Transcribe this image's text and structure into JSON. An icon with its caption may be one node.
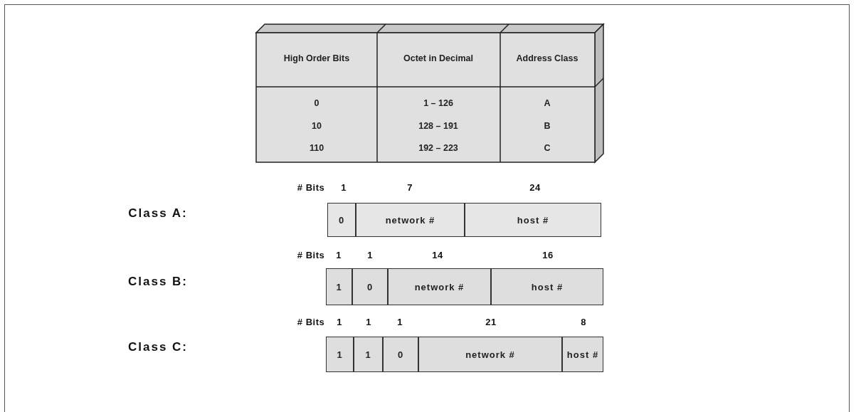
{
  "diagram": {
    "nodes": [
      {
        "text": [
          "0"
        ]
      },
      {
        "text": [
          "network #"
        ]
      },
      {
        "text": [
          "host #"
        ]
      },
      {
        "text": [
          "1"
        ]
      },
      {
        "text": [
          "0"
        ]
      },
      {
        "text": [
          "network #"
        ]
      },
      {
        "text": [
          "host #"
        ]
      },
      {
        "text": [
          "1"
        ]
      },
      {
        "text": [
          "1"
        ]
      },
      {
        "text": [
          "0"
        ]
      },
      {
        "text": [
          "network #"
        ]
      },
      {
        "text": [
          "host #"
        ]
      }
    ],
    "edges": [],
    "labels": [
      "High Order Bits",
      "Octet in Decimal",
      "Address Class",
      "0",
      "1 – 126",
      "A",
      "10",
      "128 – 191",
      "B",
      "110",
      "192 – 223",
      "C",
      "# Bits",
      "1",
      "7",
      "24",
      "Class A:",
      "# Bits",
      "1",
      "1",
      "14",
      "16",
      "Class B:",
      "# Bits",
      "1",
      "1",
      "1",
      "21",
      "8",
      "Class C:"
    ]
  }
}
